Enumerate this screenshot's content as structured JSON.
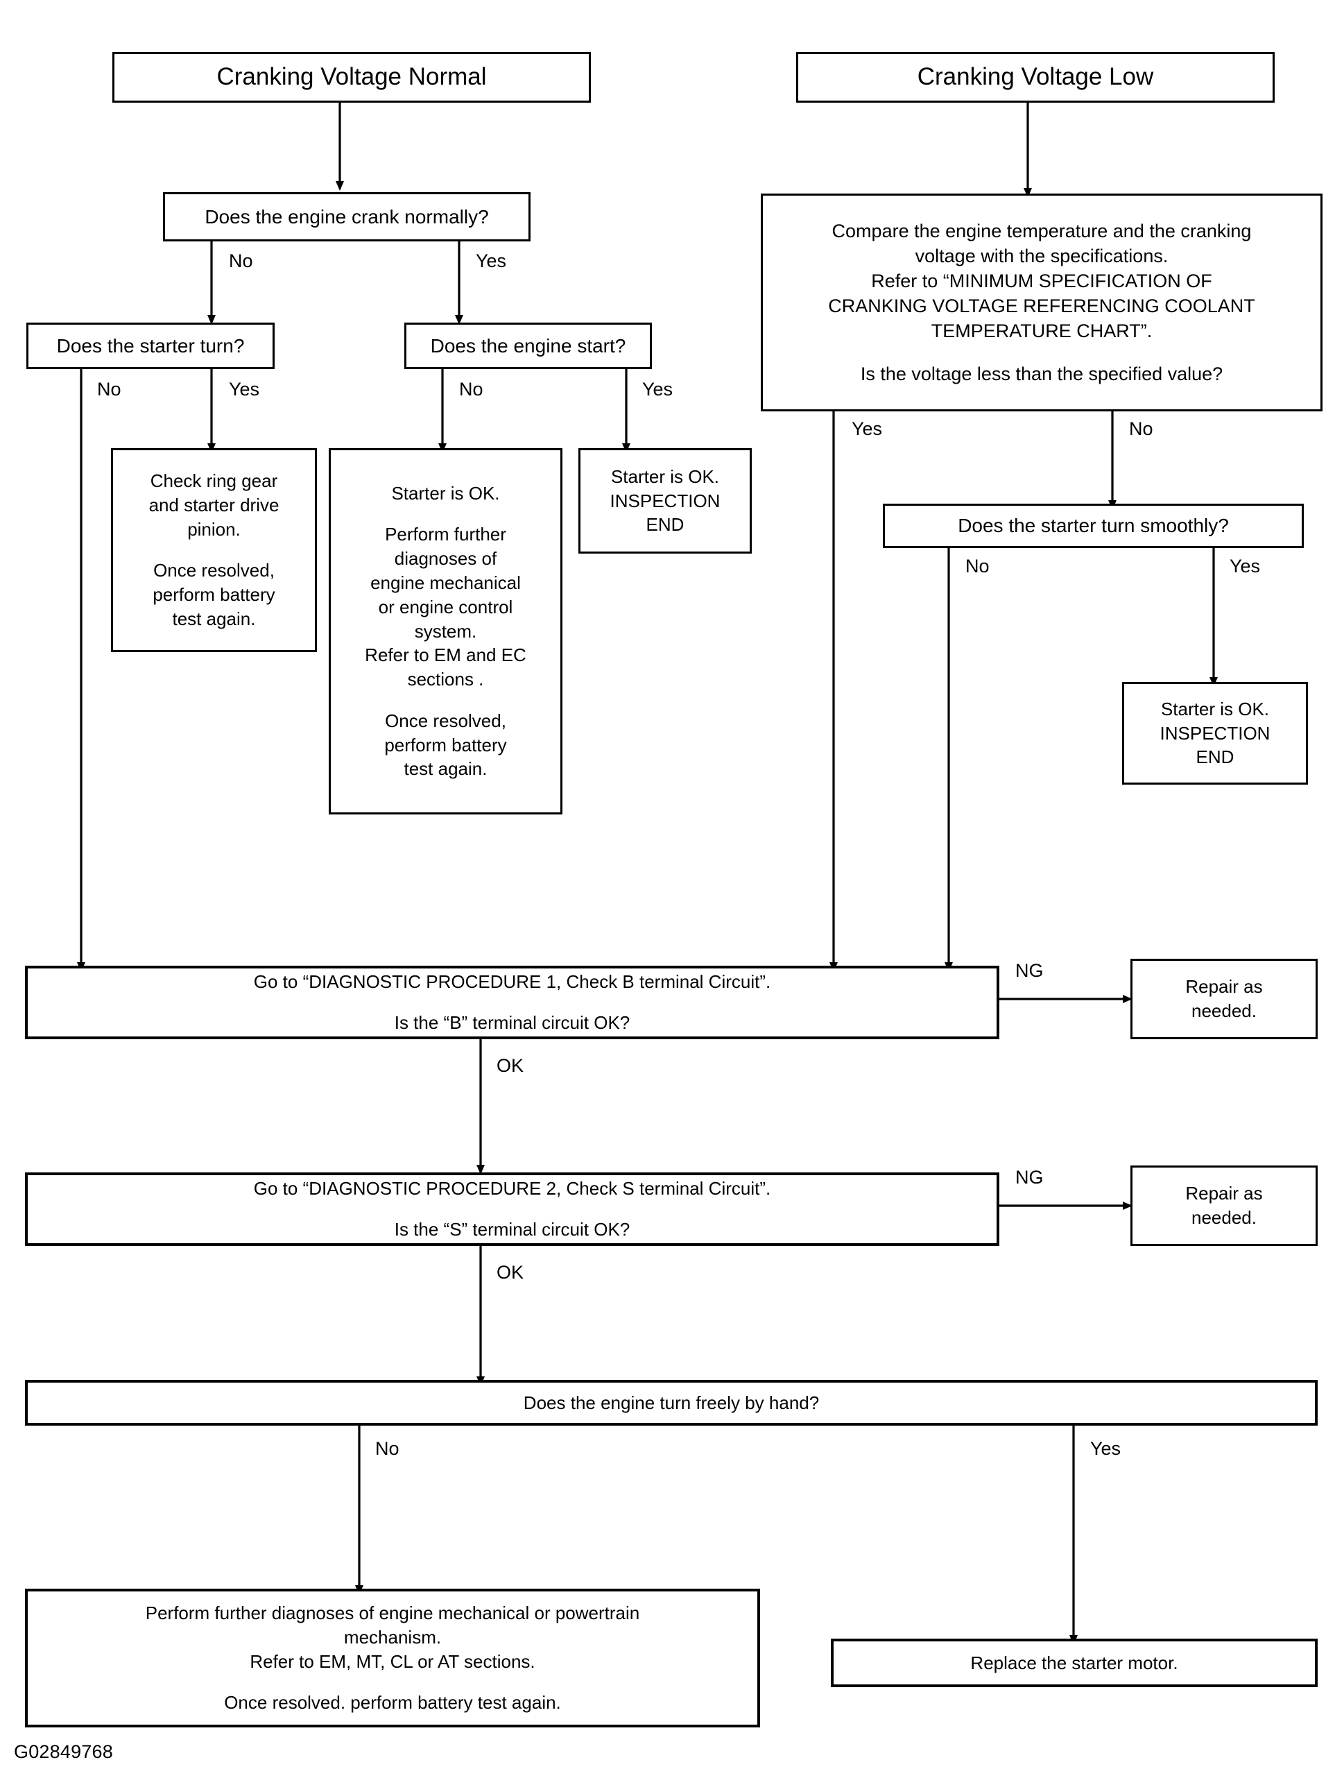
{
  "figure": {
    "id_label": "G02849768",
    "type": "diagnostic-flowchart",
    "line_color": "#000000",
    "background_color": "#ffffff"
  },
  "nodes": {
    "cranking_normal": {
      "title": "Cranking Voltage Normal"
    },
    "cranking_low": {
      "title": "Cranking Voltage Low"
    },
    "q_crank_normally": {
      "text": "Does the engine crank normally?"
    },
    "q_starter_turn": {
      "text": "Does the starter turn?"
    },
    "q_engine_start": {
      "text": "Does the engine start?"
    },
    "compare_temp": {
      "l1": "Compare the engine temperature and the cranking",
      "l2": "voltage with the specifications.",
      "l3": "Refer to “MINIMUM SPECIFICATION OF",
      "l4": "CRANKING VOLTAGE REFERENCING COOLANT",
      "l5": "TEMPERATURE CHART”.",
      "l6": "Is the voltage less than the specified value?"
    },
    "check_ring_gear": {
      "l1": "Check ring gear",
      "l2": "and starter drive",
      "l3": "pinion.",
      "l4": "Once resolved,",
      "l5": "perform battery",
      "l6": "test again."
    },
    "starter_ok_further": {
      "l1": "Starter is OK.",
      "l2": "Perform further",
      "l3": "diagnoses of",
      "l4": "engine mechanical",
      "l5": "or engine control",
      "l6": "system.",
      "l7": "Refer to EM and EC",
      "l8": "sections .",
      "l9": "Once resolved,",
      "l10": "perform battery",
      "l11": "test again."
    },
    "starter_ok_end_left": {
      "l1": "Starter is OK.",
      "l2": "INSPECTION",
      "l3": "END"
    },
    "q_starter_smooth": {
      "text": "Does the starter turn smoothly?"
    },
    "starter_ok_end_right": {
      "l1": "Starter is OK.",
      "l2": "INSPECTION",
      "l3": "END"
    },
    "proc1": {
      "l1": "Go to “DIAGNOSTIC PROCEDURE 1, Check B terminal Circuit”.",
      "l2": "Is the “B” terminal circuit OK?"
    },
    "repair1": {
      "l1": "Repair as",
      "l2": "needed."
    },
    "proc2": {
      "l1": "Go to “DIAGNOSTIC PROCEDURE 2, Check S terminal Circuit”.",
      "l2": "Is the “S” terminal circuit OK?"
    },
    "repair2": {
      "l1": "Repair as",
      "l2": "needed."
    },
    "q_engine_turn_freely": {
      "text": "Does the engine turn freely by hand?"
    },
    "further_diagnoses": {
      "l1": "Perform further diagnoses of engine mechanical or powertrain",
      "l2": "mechanism.",
      "l3": "Refer to EM, MT, CL or AT sections.",
      "l4": "Once resolved. perform battery test again."
    },
    "replace_starter": {
      "text": "Replace the starter motor."
    }
  },
  "edge_labels": {
    "crank_no": "No",
    "crank_yes": "Yes",
    "starter_turn_no": "No",
    "starter_turn_yes": "Yes",
    "engine_start_no": "No",
    "engine_start_yes": "Yes",
    "voltage_yes": "Yes",
    "voltage_no": "No",
    "smooth_no": "No",
    "smooth_yes": "Yes",
    "proc1_ng": "NG",
    "proc1_ok": "OK",
    "proc2_ng": "NG",
    "proc2_ok": "OK",
    "turn_freely_no": "No",
    "turn_freely_yes": "Yes"
  }
}
